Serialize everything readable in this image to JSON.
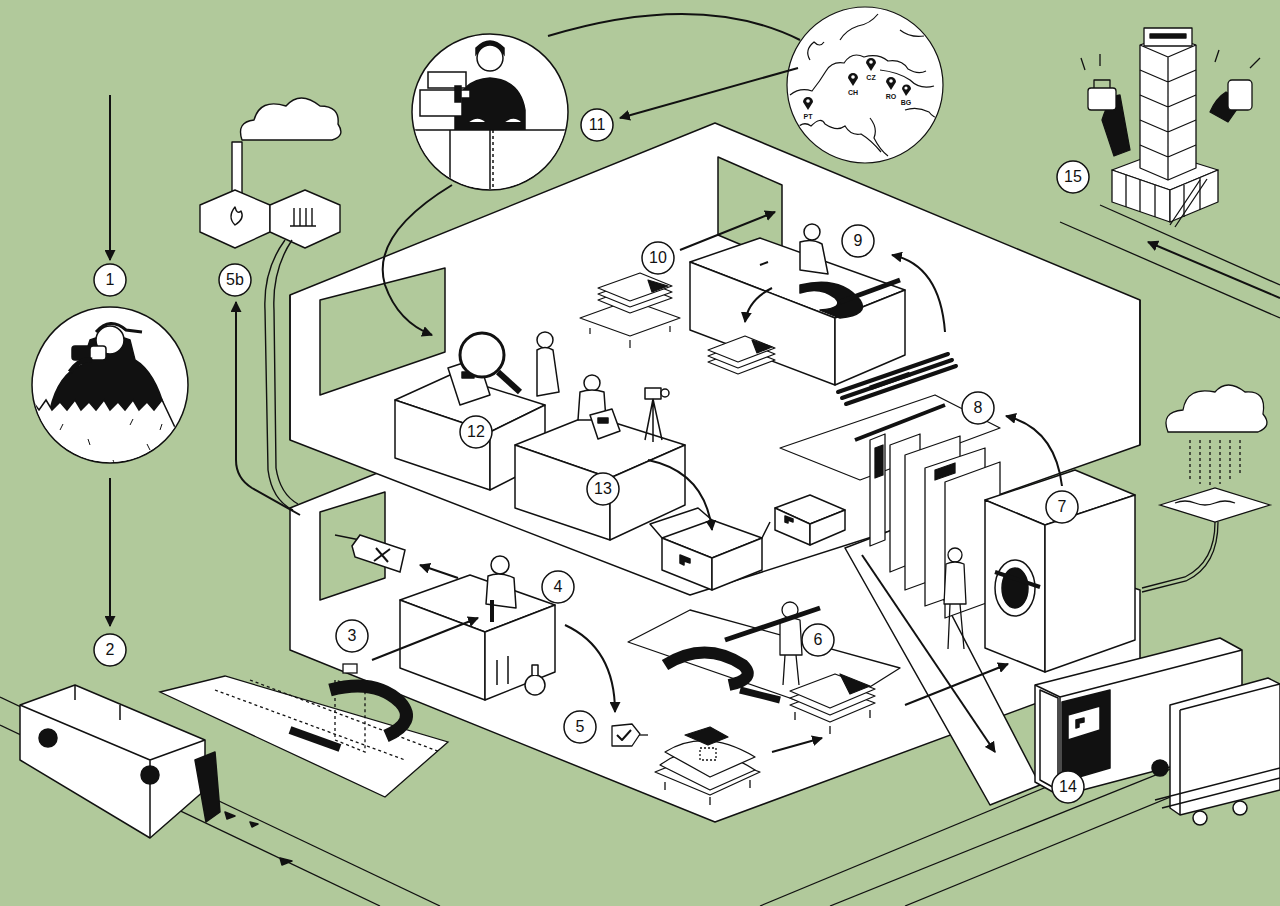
{
  "diagram": {
    "labels": [
      "1",
      "2",
      "3",
      "4",
      "5",
      "5b",
      "6",
      "7",
      "8",
      "9",
      "10",
      "11",
      "12",
      "13",
      "14",
      "15",
      "PT",
      "CH",
      "CZ",
      "RO",
      "BG"
    ]
  }
}
